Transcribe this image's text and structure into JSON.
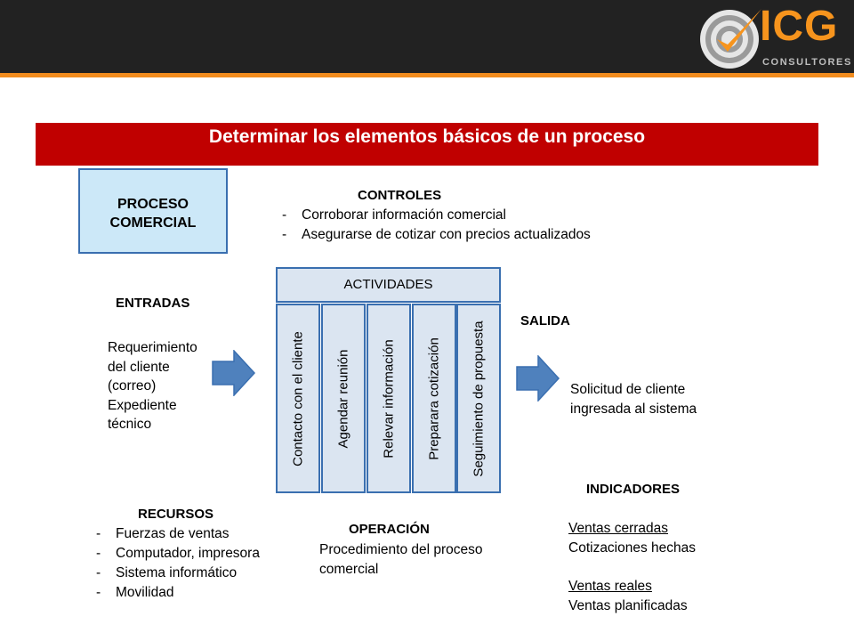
{
  "header": {
    "logo_text": "ICG",
    "logo_subtext": "CONSULTORES",
    "colors": {
      "bar": "#222222",
      "accent": "#f28c1e"
    }
  },
  "title": "Determinar los elementos básicos de un proceso",
  "process_box": {
    "line1": "PROCESO",
    "line2": "COMERCIAL"
  },
  "controles": {
    "heading": "CONTROLES",
    "items": [
      "Corroborar información comercial",
      "Asegurarse de cotizar con precios actualizados"
    ]
  },
  "entradas": {
    "heading": "ENTRADAS",
    "lines": [
      "Requerimiento",
      "del cliente",
      "(correo)",
      "Expediente",
      "técnico"
    ]
  },
  "actividades": {
    "heading": "ACTIVIDADES",
    "columns": [
      "Contacto con el cliente",
      "Agendar reunión",
      "Relevar información",
      "Preparara cotización",
      "Seguimiento de propuesta"
    ]
  },
  "salida": {
    "heading": "SALIDA",
    "lines": [
      "Solicitud de cliente",
      "ingresada al sistema"
    ]
  },
  "recursos": {
    "heading": "RECURSOS",
    "items": [
      "Fuerzas de ventas",
      "Computador, impresora",
      "Sistema informático",
      "Movilidad"
    ]
  },
  "operacion": {
    "heading": "OPERACIÓN",
    "lines": [
      "Procedimiento del proceso",
      "comercial"
    ]
  },
  "indicadores": {
    "heading": "INDICADORES",
    "group1": [
      "Ventas cerradas",
      "Cotizaciones hechas"
    ],
    "group2": [
      "Ventas reales",
      "Ventas planificadas"
    ]
  },
  "colors": {
    "title_bar": "#c00000",
    "box_fill": "#dbe5f1",
    "box_border": "#3a6fb0",
    "arrow": "#4f81bd"
  }
}
